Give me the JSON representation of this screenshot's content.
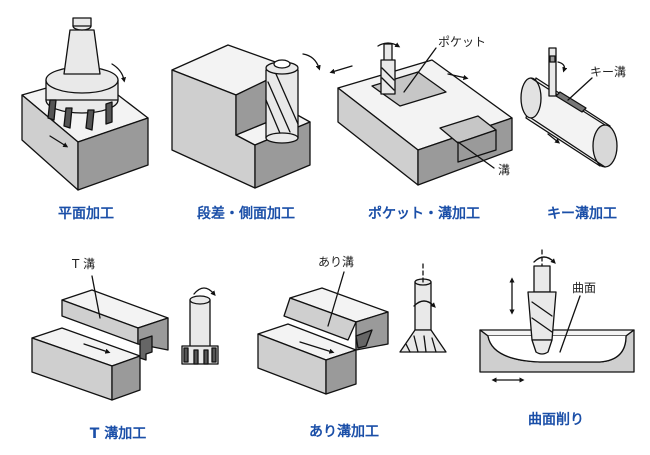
{
  "panels": [
    {
      "caption": "平面加工"
    },
    {
      "caption": "段差・側面加工"
    },
    {
      "caption": "ポケット・溝加工",
      "labels": {
        "pocket": "ポケット",
        "groove": "溝"
      }
    },
    {
      "caption": "キー溝加工",
      "labels": {
        "keyway": "キー溝"
      }
    },
    {
      "caption": "T 溝加工",
      "labels": {
        "tslot": "T 溝"
      }
    },
    {
      "caption": "あり溝加工",
      "labels": {
        "dovetail": "あり溝"
      }
    },
    {
      "caption": "曲面削り",
      "labels": {
        "curved": "曲面"
      }
    }
  ]
}
